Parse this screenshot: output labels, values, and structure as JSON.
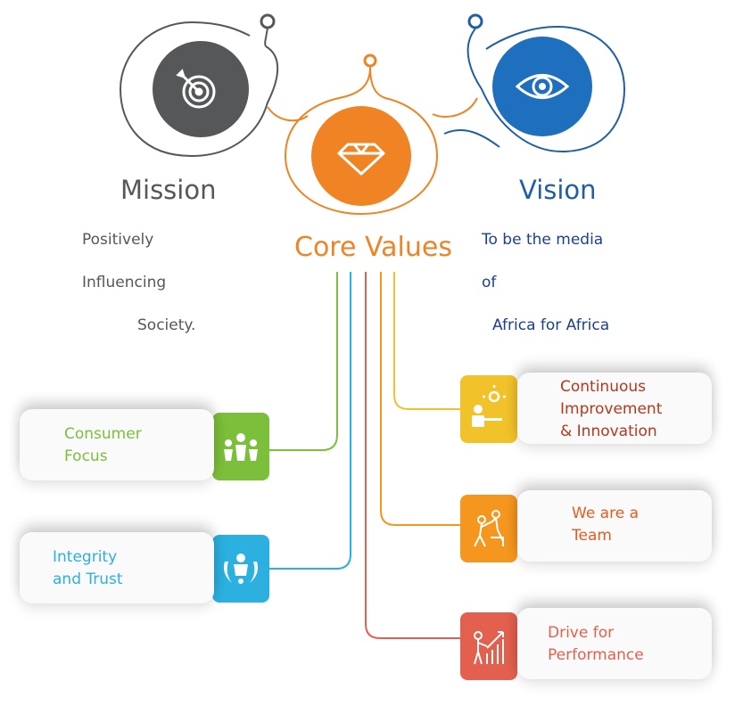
{
  "mission": {
    "title": "Mission",
    "lines": [
      "Positively",
      "Influencing",
      "Society."
    ]
  },
  "vision": {
    "title": "Vision",
    "lines": [
      "To be the media",
      "of",
      "Africa for Africa"
    ]
  },
  "core": {
    "title": "Core Values"
  },
  "values": {
    "consumer_focus": "Consumer\nFocus",
    "integrity": "Integrity\nand Trust",
    "continuous": "Continuous\nImprovement\n& Innovation",
    "team": "We are a\nTeam",
    "drive": "Drive for\nPerformance"
  },
  "colors": {
    "mission": "#555759",
    "vision": "#1f5fa6",
    "core": "#f08425",
    "consumer_focus": "#7bbf3a",
    "integrity": "#2bb0e0",
    "continuous": "#f2c22b",
    "team": "#f5961f",
    "drive": "#e3604e"
  },
  "icons": {
    "mission": "target-icon",
    "vision": "eye-icon",
    "core": "diamond-icon",
    "consumer_focus": "people-cheering-icon",
    "integrity": "laurel-person-icon",
    "continuous": "idea-person-icon",
    "team": "team-climb-icon",
    "drive": "growth-chart-icon"
  }
}
